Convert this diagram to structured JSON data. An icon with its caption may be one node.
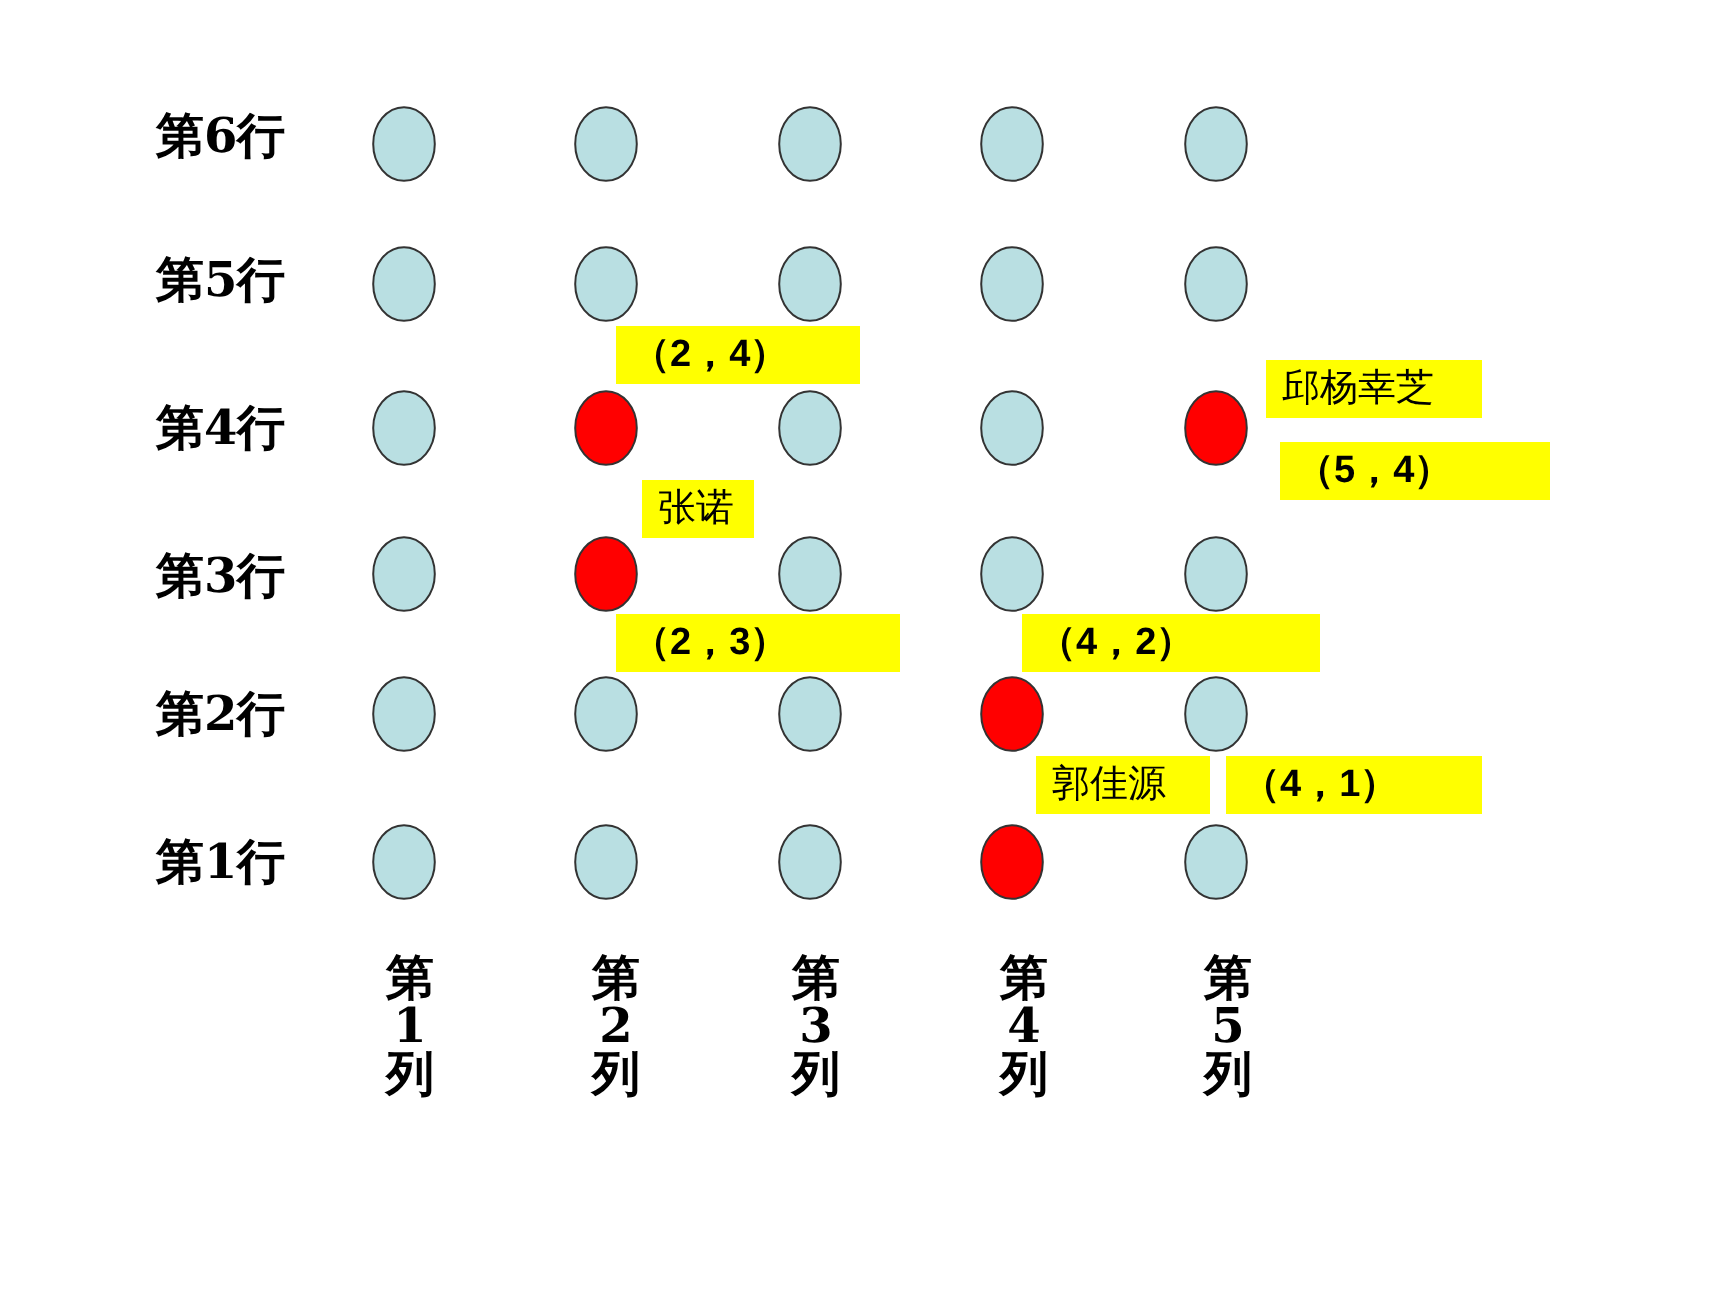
{
  "diagram": {
    "nodes": [
      {
        "text": [],
        "shape": "ellipse"
      },
      {
        "text": [],
        "shape": "ellipse"
      },
      {
        "text": [],
        "shape": "ellipse"
      },
      {
        "text": [],
        "shape": "ellipse"
      },
      {
        "text": [],
        "shape": "ellipse"
      },
      {
        "text": [],
        "shape": "ellipse"
      },
      {
        "text": [],
        "shape": "ellipse"
      },
      {
        "text": [],
        "shape": "ellipse"
      },
      {
        "text": [],
        "shape": "ellipse"
      },
      {
        "text": [],
        "shape": "ellipse"
      },
      {
        "text": [
          "（2，4）"
        ]
      },
      {
        "text": [
          "邱杨幸芝"
        ]
      },
      {
        "text": [],
        "shape": "ellipse"
      },
      {
        "text": [],
        "shape": "ellipse"
      },
      {
        "text": [],
        "shape": "ellipse"
      },
      {
        "text": [],
        "shape": "ellipse"
      },
      {
        "text": [],
        "shape": "ellipse"
      },
      {
        "text": [
          "（5，4）"
        ]
      },
      {
        "text": [
          "张诺"
        ]
      },
      {
        "text": [],
        "shape": "ellipse"
      },
      {
        "text": [],
        "shape": "ellipse"
      },
      {
        "text": [],
        "shape": "ellipse"
      },
      {
        "text": [],
        "shape": "ellipse"
      },
      {
        "text": [],
        "shape": "ellipse"
      },
      {
        "text": [
          "（2，3）"
        ]
      },
      {
        "text": [
          "（4，2）"
        ]
      },
      {
        "text": [],
        "shape": "ellipse"
      },
      {
        "text": [],
        "shape": "ellipse"
      },
      {
        "text": [],
        "shape": "ellipse"
      },
      {
        "text": [],
        "shape": "ellipse"
      },
      {
        "text": [],
        "shape": "ellipse"
      },
      {
        "text": [
          "郭佳源"
        ]
      },
      {
        "text": [
          "（4，1）"
        ]
      },
      {
        "text": [],
        "shape": "ellipse"
      },
      {
        "text": [],
        "shape": "ellipse"
      },
      {
        "text": [],
        "shape": "ellipse"
      },
      {
        "text": [],
        "shape": "ellipse"
      },
      {
        "text": [],
        "shape": "ellipse"
      }
    ],
    "labels": [
      "第6行",
      "第5行",
      "第4行",
      "第3行",
      "第2行",
      "第1行",
      "第1列",
      "第2列",
      "第3列",
      "第4列",
      "第5列"
    ]
  }
}
